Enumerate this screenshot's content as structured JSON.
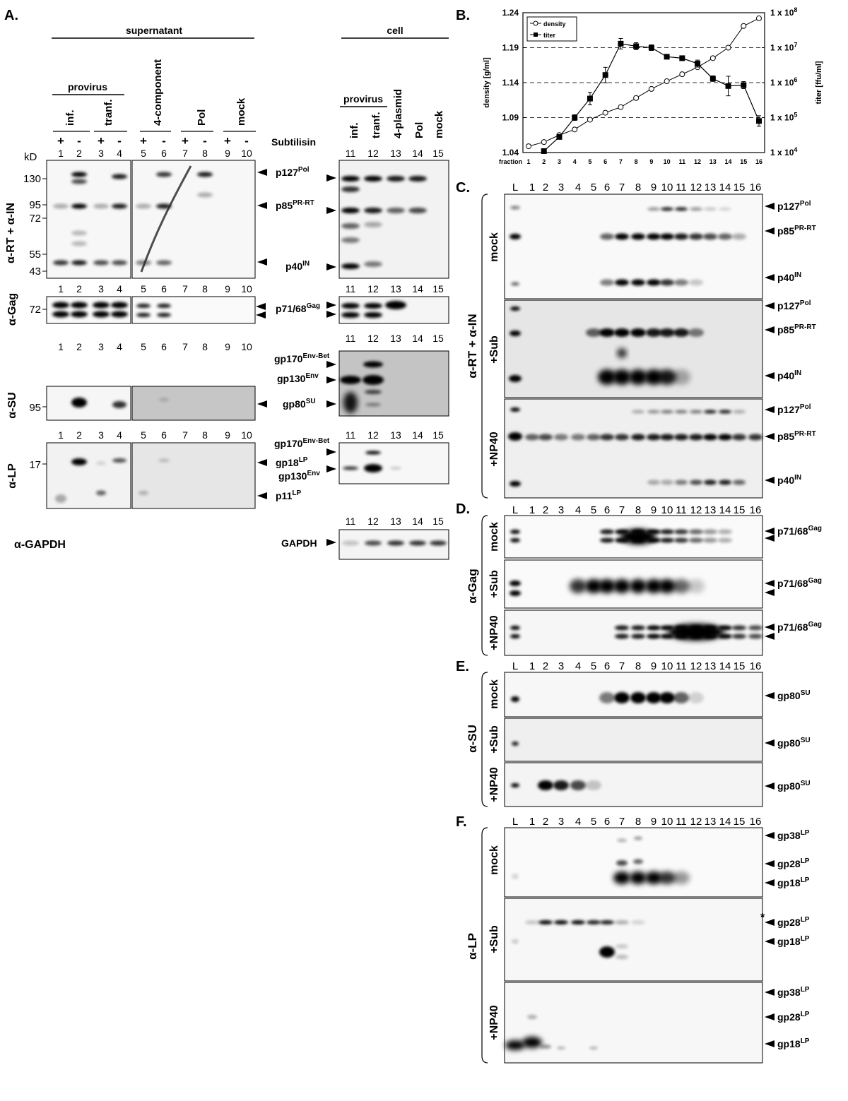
{
  "panel_a": {
    "letter": "A.",
    "supernatant": "supernatant",
    "cell": "cell",
    "provirus": "provirus",
    "inf": "inf.",
    "tranf": "tranf.",
    "four_component": "4-component",
    "pol": "Pol",
    "mock": "mock",
    "four_plasmid": "4-plasmid",
    "subtilisin": "Subtilisin",
    "kd": "kD",
    "signs": [
      "+",
      "-",
      "+",
      "-",
      "+",
      "-",
      "+",
      "-",
      "+",
      "-"
    ],
    "lanes_super": [
      "1",
      "2",
      "3",
      "4",
      "5",
      "6",
      "7",
      "8",
      "9",
      "10"
    ],
    "lanes_cell": [
      "11",
      "12",
      "13",
      "14",
      "15"
    ],
    "antibodies": {
      "rt_in": "α-RT + α-IN",
      "gag": "α-Gag",
      "su": "α-SU",
      "lp": "α-LP",
      "gapdh": "α-GAPDH"
    },
    "mw_rt": [
      "130",
      "95",
      "72",
      "55",
      "43"
    ],
    "mw_gag": "72",
    "mw_su": "95",
    "mw_lp": "17",
    "labels": {
      "p127": "p127",
      "p127_sup": "Pol",
      "p85": "p85",
      "p85_sup": "PR-RT",
      "p40": "p40",
      "p40_sup": "IN",
      "p71": "p71/68",
      "p71_sup": "Gag",
      "gp170": "gp170",
      "gp170_sup": "Env-Bet",
      "gp130": "gp130",
      "gp130_sup": "Env",
      "gp80": "gp80",
      "gp80_sup": "SU",
      "gp18": "gp18",
      "gp18_sup": "LP",
      "p11": "p11",
      "p11_sup": "LP",
      "gapdh": "GAPDH"
    }
  },
  "panel_b": {
    "letter": "B.",
    "ylabel_left": "density [g/ml]",
    "ylabel_right": "titer [ffu/ml]",
    "xlabel": "fraction",
    "legend": [
      "density",
      "titer"
    ]
  },
  "chart_data": {
    "type": "line",
    "x": [
      1,
      2,
      3,
      4,
      5,
      6,
      7,
      8,
      9,
      10,
      11,
      12,
      13,
      14,
      15,
      16
    ],
    "xticks": [
      "1",
      "2",
      "3",
      "4",
      "5",
      "6",
      "7",
      "8",
      "9",
      "10",
      "11",
      "12",
      "13",
      "14",
      "15",
      "16"
    ],
    "ylim_left": [
      1.04,
      1.24
    ],
    "yticks_left": [
      "1.04",
      "1.09",
      "1.14",
      "1.19",
      "1.24"
    ],
    "ylim_right": [
      10000,
      100000000
    ],
    "yscale_right": "log",
    "yticks_right": [
      "1 x 10^4",
      "1 x 10^5",
      "1 x 10^6",
      "1 x 10^7",
      "1 x 10^8"
    ],
    "series": [
      {
        "name": "density",
        "axis": "left",
        "marker": "open-circle",
        "values": [
          1.049,
          1.055,
          1.065,
          1.073,
          1.087,
          1.097,
          1.105,
          1.118,
          1.131,
          1.142,
          1.152,
          1.162,
          1.175,
          1.19,
          1.221,
          1.232
        ]
      },
      {
        "name": "titer",
        "axis": "right",
        "marker": "filled-square",
        "values": [
          null,
          11000,
          28000,
          100000,
          350000,
          1650000,
          13000000,
          11000000,
          10000000,
          5500000,
          5000000,
          3500000,
          1300000,
          800000,
          850000,
          80000
        ],
        "err": [
          null,
          0.05,
          0.05,
          0.08,
          0.18,
          0.22,
          0.15,
          0.1,
          0.08,
          0.05,
          0.05,
          0.1,
          0.08,
          0.28,
          0.1,
          0.15
        ]
      }
    ],
    "gridlines_dashed_right": [
      100000,
      1000000,
      10000000
    ],
    "legend_position": "top-left"
  },
  "panel_c": {
    "letter": "C.",
    "antibody": "α-RT + α-IN",
    "rows": [
      "mock",
      "+Sub",
      "+NP40"
    ],
    "lanes": [
      "L",
      "1",
      "2",
      "3",
      "4",
      "5",
      "6",
      "7",
      "8",
      "9",
      "10",
      "11",
      "12",
      "13",
      "14",
      "15",
      "16"
    ]
  },
  "panel_d": {
    "letter": "D.",
    "antibody": "α-Gag"
  },
  "panel_e": {
    "letter": "E.",
    "antibody": "α-SU"
  },
  "panel_f": {
    "letter": "F.",
    "antibody": "α-LP",
    "gp38": "gp38",
    "gp28": "gp28",
    "star": "*"
  }
}
